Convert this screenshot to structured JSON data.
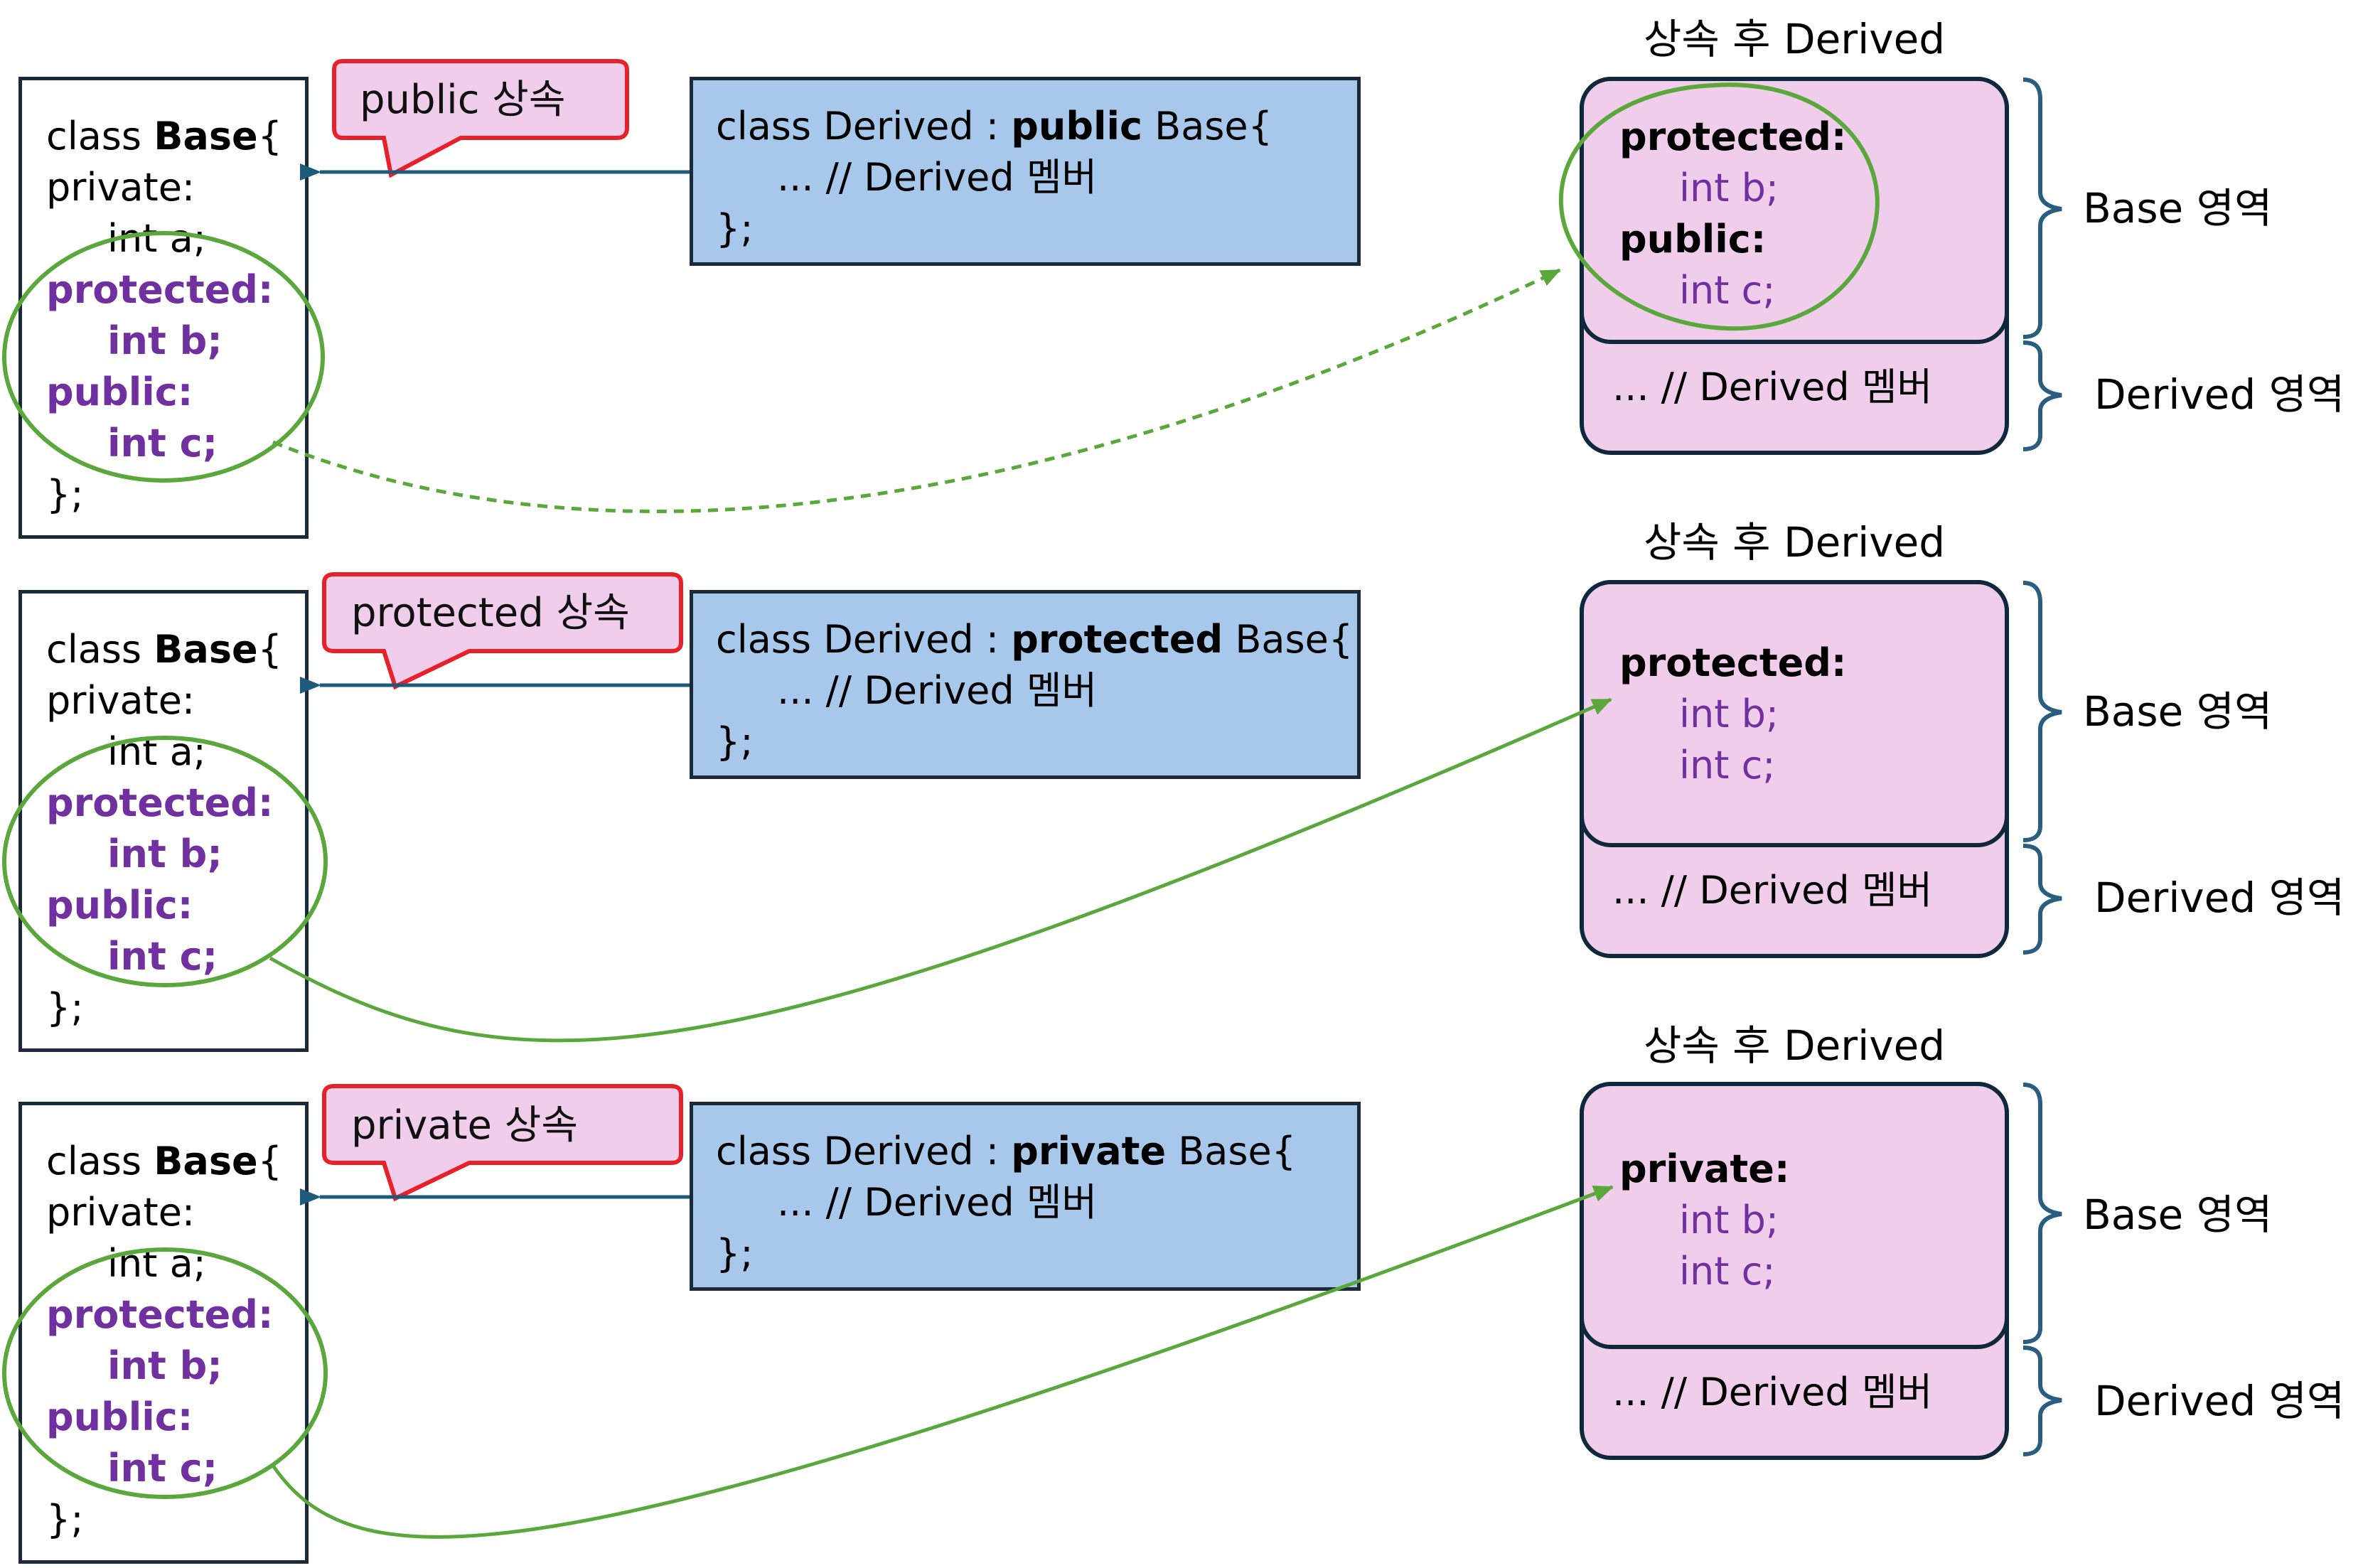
{
  "rows": [
    {
      "base_code": {
        "l1_pre": "class ",
        "l1_bold": "Base",
        "l1_post": "{",
        "l2": "private:",
        "l3": "int a;",
        "l4": "protected:",
        "l5": "int b;",
        "l6": "public:",
        "l7": "int c;",
        "l8": "};"
      },
      "callout": "public 상속",
      "derived_code": {
        "l1_pre": "class Derived : ",
        "l1_bold": "public",
        "l1_post": " Base{",
        "l2": "... // Derived 멤버",
        "l3": "};"
      },
      "result": {
        "title": "상속 후 Derived",
        "a1": "protected:",
        "v1": "int b;",
        "a2": "public:",
        "v2": "int c;",
        "derived_members": "... // Derived 멤버"
      },
      "labels": {
        "base_region": "Base 영역",
        "derived_region": "Derived 영역"
      }
    },
    {
      "base_code": {
        "l1_pre": "class ",
        "l1_bold": "Base",
        "l1_post": "{",
        "l2": "private:",
        "l3": "int a;",
        "l4": "protected:",
        "l5": "int b;",
        "l6": "public:",
        "l7": "int c;",
        "l8": "};"
      },
      "callout": "protected 상속",
      "derived_code": {
        "l1_pre": "class Derived : ",
        "l1_bold": "protected",
        "l1_post": " Base{",
        "l2": "... // Derived 멤버",
        "l3": "};"
      },
      "result": {
        "title": "상속 후 Derived",
        "a1": "protected:",
        "v1": "int b;",
        "v2": "int c;",
        "derived_members": "... // Derived 멤버"
      },
      "labels": {
        "base_region": "Base 영역",
        "derived_region": "Derived 영역"
      }
    },
    {
      "base_code": {
        "l1_pre": "class ",
        "l1_bold": "Base",
        "l1_post": "{",
        "l2": "private:",
        "l3": "int a;",
        "l4": "protected:",
        "l5": "int b;",
        "l6": "public:",
        "l7": "int c;",
        "l8": "};"
      },
      "callout": "private 상속",
      "derived_code": {
        "l1_pre": "class Derived : ",
        "l1_bold": "private",
        "l1_post": " Base{",
        "l2": "... // Derived 멤버",
        "l3": "};"
      },
      "result": {
        "title": "상속 후 Derived",
        "a1": "private:",
        "v1": "int b;",
        "v2": "int c;",
        "derived_members": "... // Derived 멤버"
      },
      "labels": {
        "base_region": "Base 영역",
        "derived_region": "Derived 영역"
      }
    }
  ],
  "colors": {
    "accent_purple": "#7030a0",
    "ellipse_green": "#5aa83c",
    "callout_border": "#e8202a",
    "callout_fill": "#f0cdeb",
    "derived_box_fill": "#a7c8eb",
    "result_fill": "#f0cdeb",
    "arrow_blue": "#1f5a7a",
    "bracket_blue": "#2a5e80"
  }
}
